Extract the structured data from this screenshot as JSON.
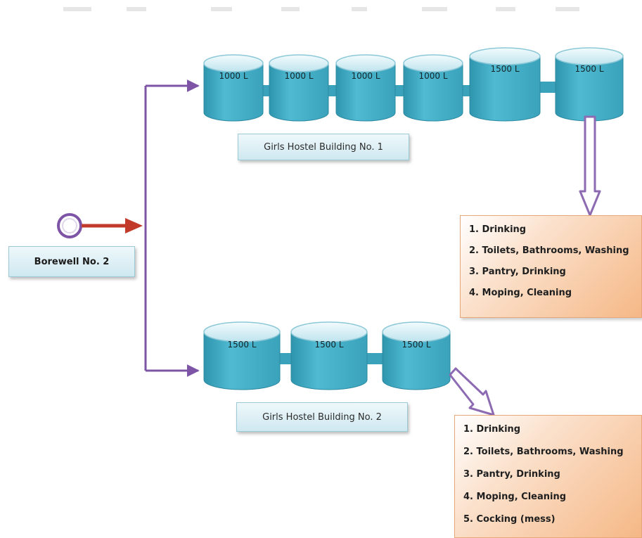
{
  "source": {
    "label": "Borewell No. 2"
  },
  "building1": {
    "label": "Girls Hostel Building No. 1",
    "tanks": [
      "1000 L",
      "1000 L",
      "1000 L",
      "1000 L",
      "1500 L",
      "1500 L"
    ],
    "uses": [
      "1. Drinking",
      "2. Toilets, Bathrooms, Washing",
      "3. Pantry, Drinking",
      "4. Moping, Cleaning"
    ]
  },
  "building2": {
    "label": "Girls Hostel Building No. 2",
    "tanks": [
      "1500 L",
      "1500 L",
      "1500 L"
    ],
    "uses": [
      "1. Drinking",
      "2. Toilets, Bathrooms, Washing",
      "3. Pantry, Drinking",
      "4. Moping, Cleaning",
      "5. Cocking (mess)"
    ]
  },
  "colors": {
    "pipe": "#7e55a6",
    "source_arrow": "#c23b2a",
    "tank": "#45afc6",
    "use_box": "#f5b886"
  }
}
